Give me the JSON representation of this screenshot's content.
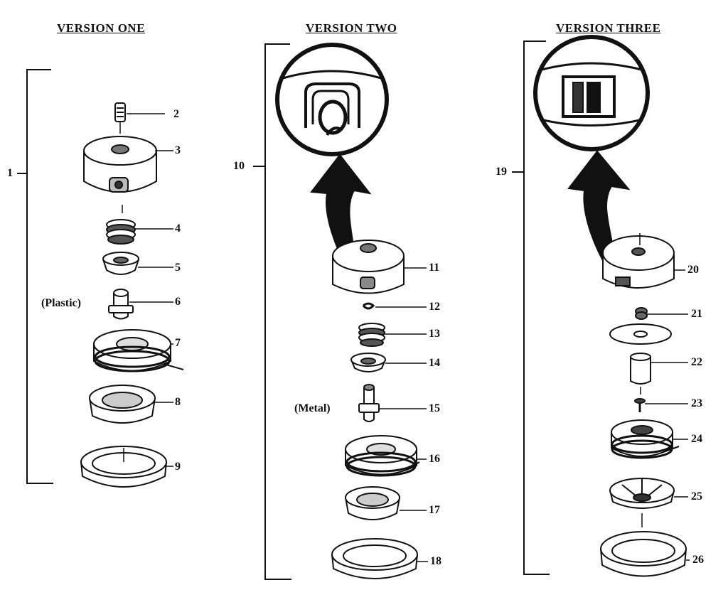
{
  "headers": {
    "one": "VERSION ONE",
    "two": "VERSION TWO",
    "three": "VERSION THREE"
  },
  "notes": {
    "plastic": "(Plastic)",
    "metal": "(Metal)"
  },
  "callouts": {
    "c1": "1",
    "c2": "2",
    "c3": "3",
    "c4": "4",
    "c5": "5",
    "c6": "6",
    "c7": "7",
    "c8": "8",
    "c9": "9",
    "c10": "10",
    "c11": "11",
    "c12": "12",
    "c13": "13",
    "c14": "14",
    "c15": "15",
    "c16": "16",
    "c17": "17",
    "c18": "18",
    "c19": "19",
    "c20": "20",
    "c21": "21",
    "c22": "22",
    "c23": "23",
    "c24": "24",
    "c25": "25",
    "c26": "26"
  }
}
